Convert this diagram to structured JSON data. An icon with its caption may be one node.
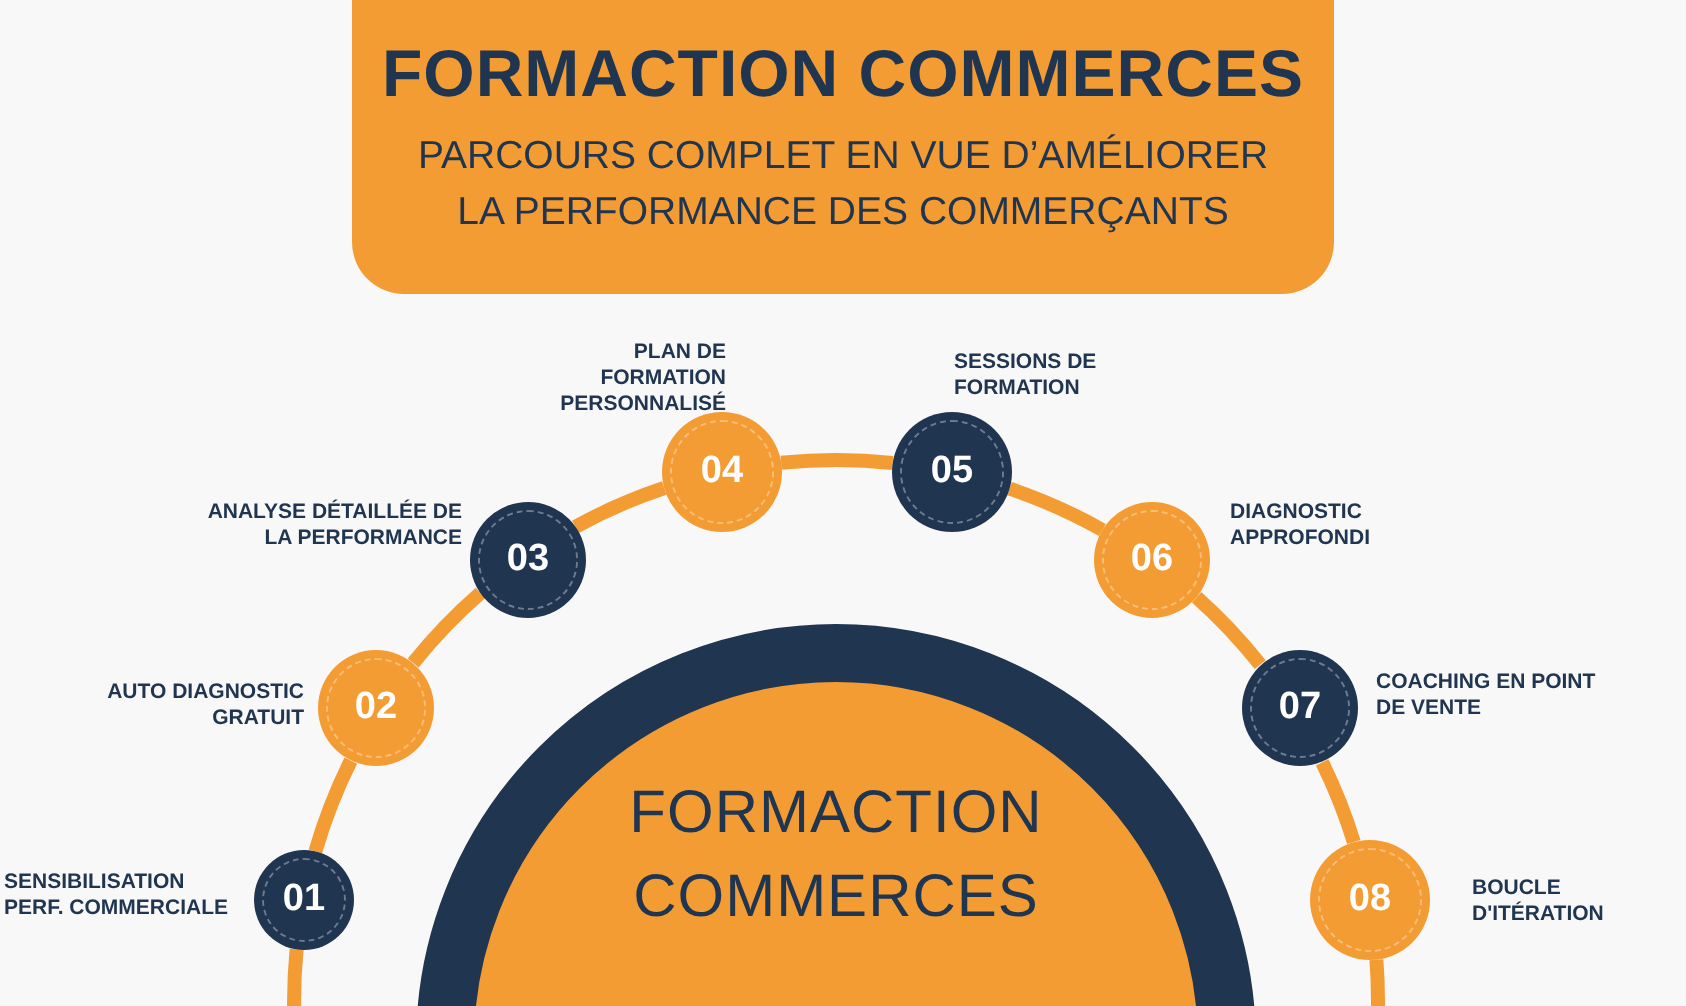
{
  "diagram": {
    "nodes": [
      {
        "text": [
          "FORMACTION COMMERCES",
          "PARCOURS COMPLET EN VUE D’AMÉLIORER LA PERFORMANCE DES COMMERÇANTS"
        ]
      },
      {
        "text": [
          "01"
        ],
        "beside": [
          "SENSIBILISATION PERF. COMMERCIALE"
        ]
      },
      {
        "text": [
          "02"
        ],
        "beside": [
          "AUTO DIAGNOSTIC GRATUIT"
        ]
      },
      {
        "text": [
          "03"
        ],
        "beside": [
          "ANALYSE DÉTAILLÉE DE LA PERFORMANCE"
        ]
      },
      {
        "text": [
          "04"
        ],
        "beside": [
          "PLAN DE FORMATION PERSONNALISÉ"
        ]
      },
      {
        "text": [
          "05"
        ],
        "beside": [
          "SESSIONS DE FORMATION"
        ]
      },
      {
        "text": [
          "06"
        ],
        "beside": [
          "DIAGNOSTIC APPROFONDI"
        ]
      },
      {
        "text": [
          "07"
        ],
        "beside": [
          "COACHING EN POINT DE VENTE"
        ]
      },
      {
        "text": [
          "08"
        ],
        "beside": [
          "BOUCLE D'ITÉRATION"
        ]
      },
      {
        "text": [
          "FORMACTION COMMERCES"
        ]
      }
    ],
    "edges": [
      {
        "from": null,
        "to": 1,
        "arrow": "none"
      },
      {
        "from": 1,
        "to": 2,
        "arrow": "none"
      },
      {
        "from": 2,
        "to": 3,
        "arrow": "none"
      },
      {
        "from": 3,
        "to": 4,
        "arrow": "none"
      },
      {
        "from": 4,
        "to": 5,
        "arrow": "none"
      },
      {
        "from": 5,
        "to": 6,
        "arrow": "none"
      },
      {
        "from": 6,
        "to": 7,
        "arrow": "none"
      },
      {
        "from": 7,
        "to": 8,
        "arrow": "none"
      },
      {
        "from": 8,
        "to": null,
        "arrow": "none"
      }
    ]
  }
}
